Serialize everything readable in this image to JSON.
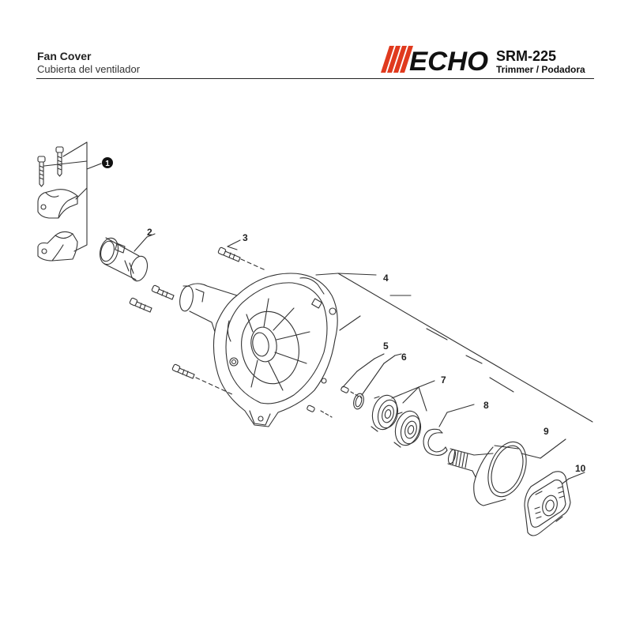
{
  "header": {
    "title": "Fan Cover",
    "subtitle": "Cubierta del ventilador",
    "brand": "ECHO",
    "model": "SRM-225",
    "model_subtitle": "Trimmer / Podadora"
  },
  "callouts": {
    "c1": "1",
    "c2": "2",
    "c3": "3",
    "c4": "4",
    "c5": "5",
    "c6": "6",
    "c7": "7",
    "c8": "8",
    "c9": "9",
    "c10": "10"
  },
  "colors": {
    "line": "#333333",
    "brand": "#e03a1e",
    "text": "#222222"
  }
}
